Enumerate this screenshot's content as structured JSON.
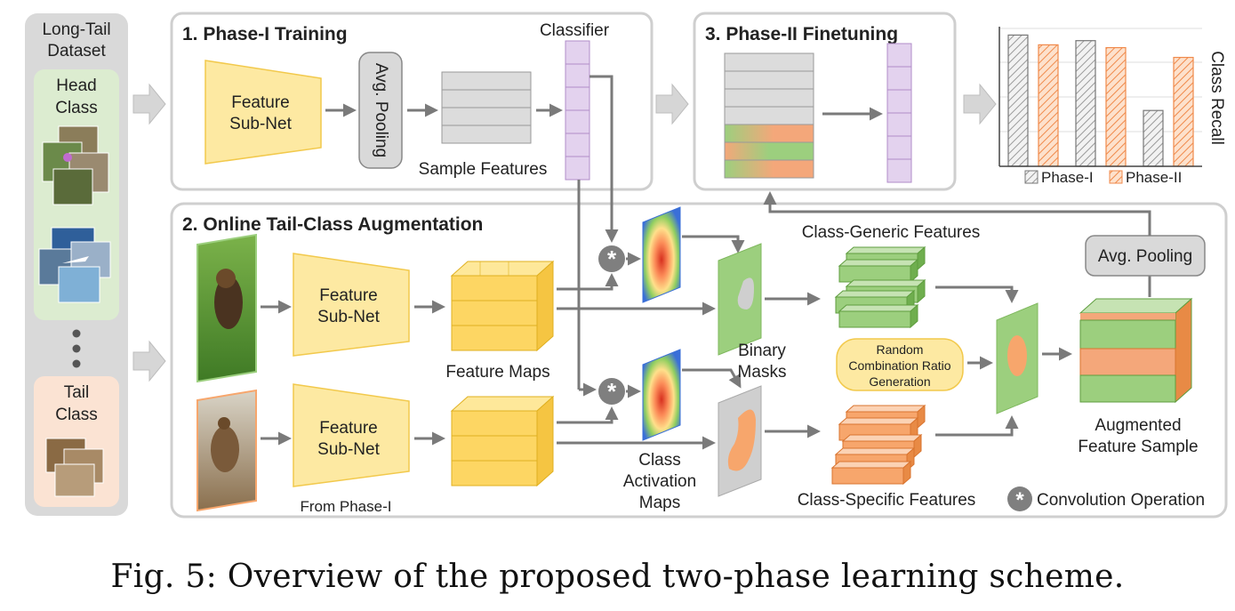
{
  "dataset": {
    "title_line1": "Long-Tail",
    "title_line2": "Dataset",
    "head_line1": "Head",
    "head_line2": "Class",
    "tail_line1": "Tail",
    "tail_line2": "Class"
  },
  "phase1": {
    "title": "1. Phase-I Training",
    "feature_subnet_line1": "Feature",
    "feature_subnet_line2": "Sub-Net",
    "avg_pooling": "Avg. Pooling",
    "sample_features": "Sample Features",
    "classifier": "Classifier"
  },
  "phase2": {
    "title": "3. Phase-II Finetuning"
  },
  "recall_chart": {
    "axis_label": "Class Recall",
    "legend_phase1": "Phase-I",
    "legend_phase2": "Phase-II"
  },
  "chart_data": {
    "type": "bar",
    "categories": [
      "",
      "",
      ""
    ],
    "series": [
      {
        "name": "Phase-I",
        "values": [
          0.94,
          0.9,
          0.4
        ]
      },
      {
        "name": "Phase-II",
        "values": [
          0.87,
          0.85,
          0.78
        ]
      }
    ],
    "ylabel": "Class Recall",
    "ylim": [
      0,
      1
    ],
    "grid": true,
    "legend": "bottom"
  },
  "augmentation": {
    "title": "2. Online Tail-Class Augmentation",
    "feature_subnet_line1": "Feature",
    "feature_subnet_line2": "Sub-Net",
    "feature_maps": "Feature Maps",
    "from_phase1": "From Phase-I",
    "cam_line1": "Class",
    "cam_line2": "Activation",
    "cam_line3": "Maps",
    "binary_masks_line1": "Binary",
    "binary_masks_line2": "Masks",
    "class_generic": "Class-Generic Features",
    "class_specific": "Class-Specific Features",
    "random_line1": "Random",
    "random_line2": "Combination Ratio",
    "random_line3": "Generation",
    "avg_pooling": "Avg. Pooling",
    "augmented_line1": "Augmented",
    "augmented_line2": "Feature Sample",
    "conv_legend": "Convolution Operation",
    "conv_symbol": "*"
  },
  "caption": "Fig. 5: Overview of the proposed two-phase learning scheme.",
  "colors": {
    "feature_subnet": "#fde9a2",
    "classifier": "#e3d2ee",
    "head_bg": "#dcecd0",
    "tail_bg": "#fbe3d3",
    "green_feature": "#9ccf7e",
    "orange_feature": "#f7a66c",
    "yellow_cube": "#fdd663",
    "arrow": "#7a7a7a"
  }
}
